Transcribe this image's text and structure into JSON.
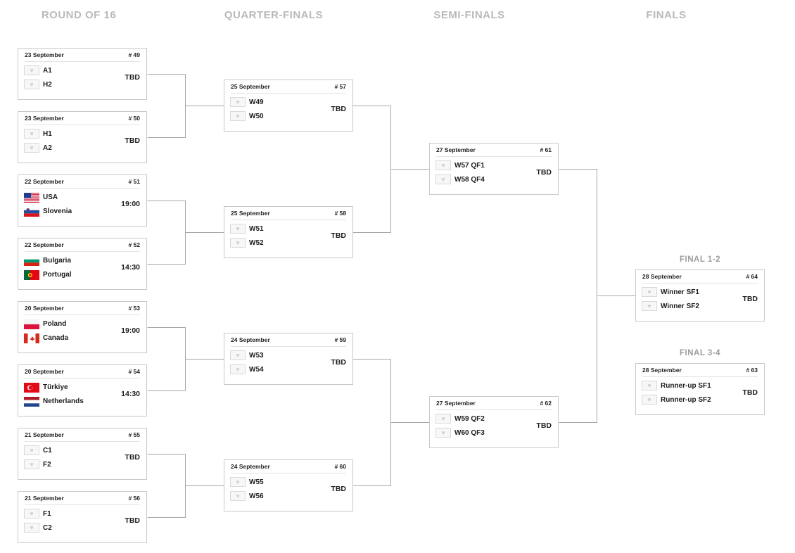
{
  "rounds": {
    "r16": "ROUND OF 16",
    "qf": "QUARTER-FINALS",
    "sf": "SEMI-FINALS",
    "f": "FINALS"
  },
  "sections": {
    "final12": "FINAL 1-2",
    "final34": "FINAL 3-4"
  },
  "colors": {
    "connector": "#a7a7a7",
    "round_title": "#b9b9b9",
    "card_border": "#c9c9c9"
  },
  "matches": {
    "m49": {
      "date": "23 September",
      "num": "# 49",
      "time": "TBD",
      "team1": "A1",
      "team2": "H2",
      "flag1": "placeholder-heart-icon",
      "flag2": "placeholder-heart-icon"
    },
    "m50": {
      "date": "23 September",
      "num": "# 50",
      "time": "TBD",
      "team1": "H1",
      "team2": "A2",
      "flag1": "placeholder-heart-icon",
      "flag2": "placeholder-heart-icon"
    },
    "m51": {
      "date": "22 September",
      "num": "# 51",
      "time": "19:00",
      "team1": "USA",
      "team2": "Slovenia",
      "flag1": "usa-flag-icon",
      "flag2": "slovenia-flag-icon"
    },
    "m52": {
      "date": "22 September",
      "num": "# 52",
      "time": "14:30",
      "team1": "Bulgaria",
      "team2": "Portugal",
      "flag1": "bulgaria-flag-icon",
      "flag2": "portugal-flag-icon"
    },
    "m53": {
      "date": "20 September",
      "num": "# 53",
      "time": "19:00",
      "team1": "Poland",
      "team2": "Canada",
      "flag1": "poland-flag-icon",
      "flag2": "canada-flag-icon"
    },
    "m54": {
      "date": "20 September",
      "num": "# 54",
      "time": "14:30",
      "team1": "Türkiye",
      "team2": "Netherlands",
      "flag1": "turkiye-flag-icon",
      "flag2": "netherlands-flag-icon"
    },
    "m55": {
      "date": "21 September",
      "num": "# 55",
      "time": "TBD",
      "team1": "C1",
      "team2": "F2",
      "flag1": "placeholder-heart-icon",
      "flag2": "placeholder-heart-icon"
    },
    "m56": {
      "date": "21 September",
      "num": "# 56",
      "time": "TBD",
      "team1": "F1",
      "team2": "C2",
      "flag1": "placeholder-heart-icon",
      "flag2": "placeholder-heart-icon"
    },
    "m57": {
      "date": "25 September",
      "num": "# 57",
      "time": "TBD",
      "team1": "W49",
      "team2": "W50",
      "flag1": "placeholder-heart-icon",
      "flag2": "placeholder-heart-icon"
    },
    "m58": {
      "date": "25 September",
      "num": "# 58",
      "time": "TBD",
      "team1": "W51",
      "team2": "W52",
      "flag1": "placeholder-heart-icon",
      "flag2": "placeholder-heart-icon"
    },
    "m59": {
      "date": "24 September",
      "num": "# 59",
      "time": "TBD",
      "team1": "W53",
      "team2": "W54",
      "flag1": "placeholder-heart-icon",
      "flag2": "placeholder-heart-icon"
    },
    "m60": {
      "date": "24 September",
      "num": "# 60",
      "time": "TBD",
      "team1": "W55",
      "team2": "W56",
      "flag1": "placeholder-heart-icon",
      "flag2": "placeholder-heart-icon"
    },
    "m61": {
      "date": "27 September",
      "num": "# 61",
      "time": "TBD",
      "team1": "W57 QF1",
      "team2": "W58 QF4",
      "flag1": "placeholder-heart-icon",
      "flag2": "placeholder-heart-icon"
    },
    "m62": {
      "date": "27 September",
      "num": "# 62",
      "time": "TBD",
      "team1": "W59 QF2",
      "team2": "W60 QF3",
      "flag1": "placeholder-heart-icon",
      "flag2": "placeholder-heart-icon"
    },
    "m64": {
      "date": "28 September",
      "num": "# 64",
      "time": "TBD",
      "team1": "Winner SF1",
      "team2": "Winner SF2",
      "flag1": "placeholder-heart-icon",
      "flag2": "placeholder-heart-icon"
    },
    "m63": {
      "date": "28 September",
      "num": "# 63",
      "time": "TBD",
      "team1": "Runner-up SF1",
      "team2": "Runner-up SF2",
      "flag1": "placeholder-heart-icon",
      "flag2": "placeholder-heart-icon"
    }
  }
}
